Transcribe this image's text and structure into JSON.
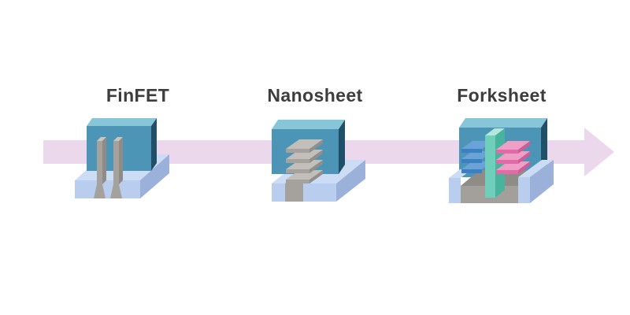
{
  "diagram": {
    "stages": [
      {
        "id": "finfet",
        "label": "FinFET"
      },
      {
        "id": "nanosheet",
        "label": "Nanosheet"
      },
      {
        "id": "forksheet",
        "label": "Forksheet"
      }
    ],
    "arrow_direction": "right"
  },
  "colors": {
    "label_text": "#3d3d3d",
    "arrow": "#ecd8ec",
    "base_top": "#ccdcf5",
    "base_front": "#b9cdee",
    "base_side": "#9cb1da",
    "gate_top": "#87c6d9",
    "gate_front": "#4d95b6",
    "gate_side": "#205067",
    "fin_top": "#c9c6c1",
    "fin_front": "#a5a29d",
    "fin_side": "#8f8c87",
    "sheet_top": "#c2bfba",
    "sheet_front": "#a5a29d",
    "sheet_side": "#918e89",
    "stripe_top": "#b0ada8",
    "stripe_front": "#a5a29d",
    "floor_top": "#8f8c88",
    "floor_front": "#a3a09b",
    "wall_top": "#b5e8da",
    "wall_front": "#6fcfbb",
    "wall_side": "#49b39e",
    "bluesheet_top": "#6ba3d8",
    "bluesheet_front": "#3b80c2",
    "pinksheet_top": "#ef9fc6",
    "pinksheet_front": "#e06ba6",
    "pinksheet_side": "#d05c97"
  }
}
